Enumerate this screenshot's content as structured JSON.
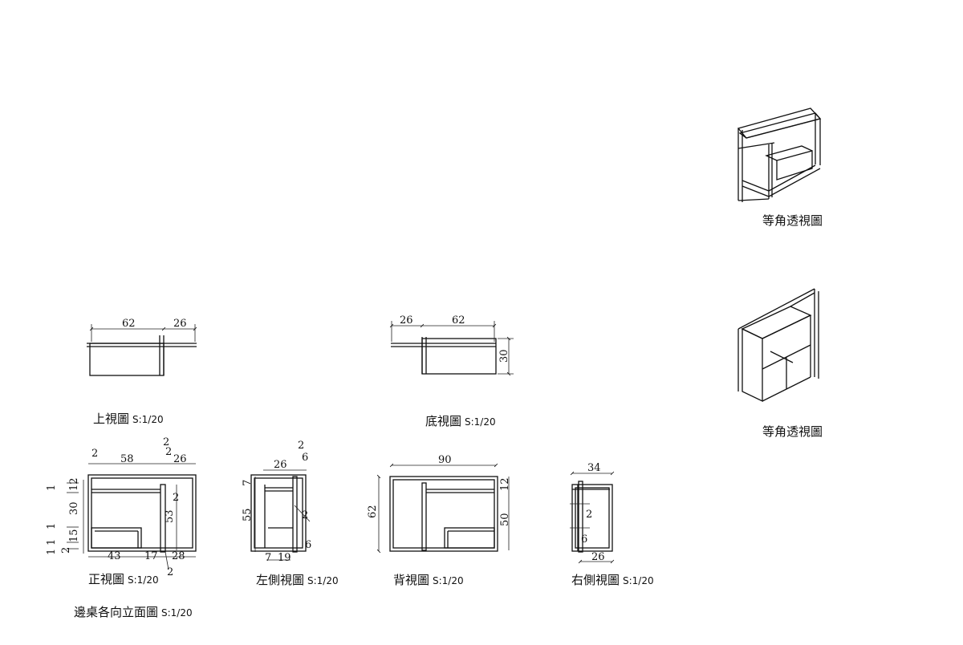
{
  "captions": {
    "iso1": "等角透視圖",
    "iso2": "等角透視圖",
    "top": {
      "title": "上視圖",
      "scale": "S:1/20"
    },
    "bottom": {
      "title": "底視圖",
      "scale": "S:1/20"
    },
    "front": {
      "title": "正視圖",
      "scale": "S:1/20"
    },
    "left": {
      "title": "左側視圖",
      "scale": "S:1/20"
    },
    "back": {
      "title": "背視圖",
      "scale": "S:1/20"
    },
    "right": {
      "title": "右側視圖",
      "scale": "S:1/20"
    },
    "sheet": {
      "title": "邊桌各向立面圖",
      "scale": "S:1/20"
    }
  },
  "dims": {
    "top": {
      "w1": "62",
      "w2": "26"
    },
    "bottom": {
      "w1": "26",
      "w2": "62",
      "h": "30"
    },
    "front": {
      "a": "2",
      "b": "58",
      "c": "2",
      "d": "2",
      "e": "26",
      "l1": "1",
      "l2": "12",
      "l3": "1",
      "l4": "30",
      "l5": "1",
      "l6": "15",
      "l7": "2",
      "l8": "1",
      "r1": "2",
      "r2": "53",
      "bo1": "43",
      "bo2": "17",
      "bo3": "28",
      "bo4": "2"
    },
    "left": {
      "a": "26",
      "b": "2",
      "c": "6",
      "h1": "7",
      "h2": "55",
      "r1": "2",
      "r2": "6",
      "bo1": "7",
      "bo2": "19"
    },
    "back": {
      "w": "90",
      "h": "62",
      "r1": "12",
      "r2": "50"
    },
    "right": {
      "w": "34",
      "a": "2",
      "b": "6",
      "bo": "26"
    }
  }
}
